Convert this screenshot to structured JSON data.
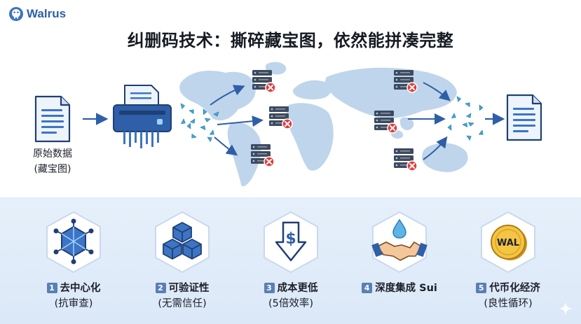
{
  "brand": {
    "name": "Walrus"
  },
  "title": "纠删码技术：撕碎藏宝图，依然能拼凑完整",
  "source": {
    "line1": "原始数据",
    "line2": "(藏宝图)"
  },
  "features": [
    {
      "num": "1",
      "title": "去中心化",
      "sub": "(抗审查)",
      "icon": "network-cube-icon"
    },
    {
      "num": "2",
      "title": "可验证性",
      "sub": "(无需信任)",
      "icon": "stacked-cubes-icon"
    },
    {
      "num": "3",
      "title": "成本更低",
      "sub": "(5倍效率)",
      "icon": "dollar-down-arrow-icon"
    },
    {
      "num": "4",
      "title": "深度集成 Sui",
      "sub": "",
      "icon": "handshake-drop-icon"
    },
    {
      "num": "5",
      "title": "代币化经济",
      "sub": "(良性循环)",
      "icon": "wal-coin-icon"
    }
  ],
  "coin_label": "WAL",
  "colors": {
    "accent": "#2e5fa8",
    "navy": "#1f3f75",
    "map": "#bcd3ea",
    "error": "#e23b3b",
    "shard": "#3fa9d6"
  }
}
